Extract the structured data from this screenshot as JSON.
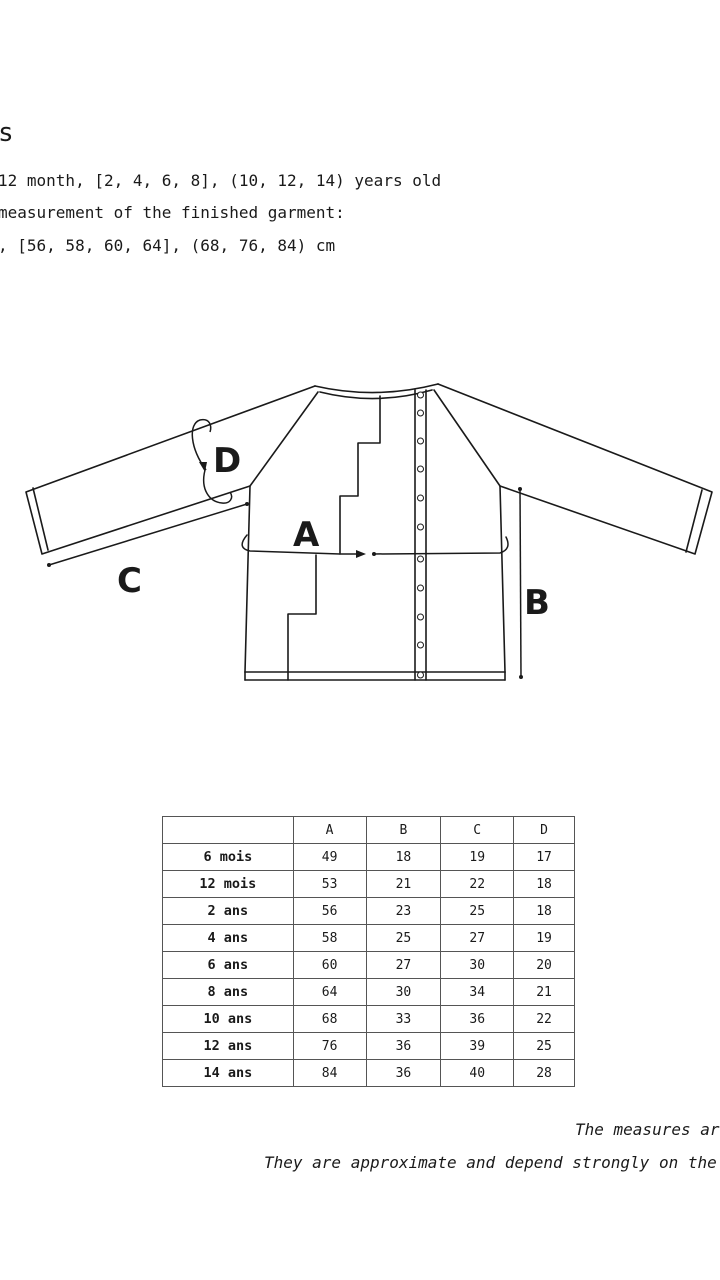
{
  "header": {
    "heading": "s",
    "line1": "12 month, [2, 4, 6, 8], (10, 12, 14) years old",
    "line2": "measurement of the finished garment:",
    "line3": ", [56, 58, 60, 64], (68, 76, 84) cm"
  },
  "diagram": {
    "label_a": "A",
    "label_b": "B",
    "label_c": "C",
    "label_d": "D"
  },
  "table": {
    "headers": [
      "",
      "A",
      "B",
      "C",
      "D"
    ],
    "rows": [
      [
        "6 mois",
        "49",
        "18",
        "19",
        "17"
      ],
      [
        "12 mois",
        "53",
        "21",
        "22",
        "18"
      ],
      [
        "2 ans",
        "56",
        "23",
        "25",
        "18"
      ],
      [
        "4 ans",
        "58",
        "25",
        "27",
        "19"
      ],
      [
        "6 ans",
        "60",
        "27",
        "30",
        "20"
      ],
      [
        "8 ans",
        "64",
        "30",
        "34",
        "21"
      ],
      [
        "10 ans",
        "68",
        "33",
        "36",
        "22"
      ],
      [
        "12 ans",
        "76",
        "36",
        "39",
        "25"
      ],
      [
        "14 ans",
        "84",
        "36",
        "40",
        "28"
      ]
    ]
  },
  "notes": {
    "note1": "The measures ar",
    "note2": "They are approximate and depend strongly on the"
  }
}
